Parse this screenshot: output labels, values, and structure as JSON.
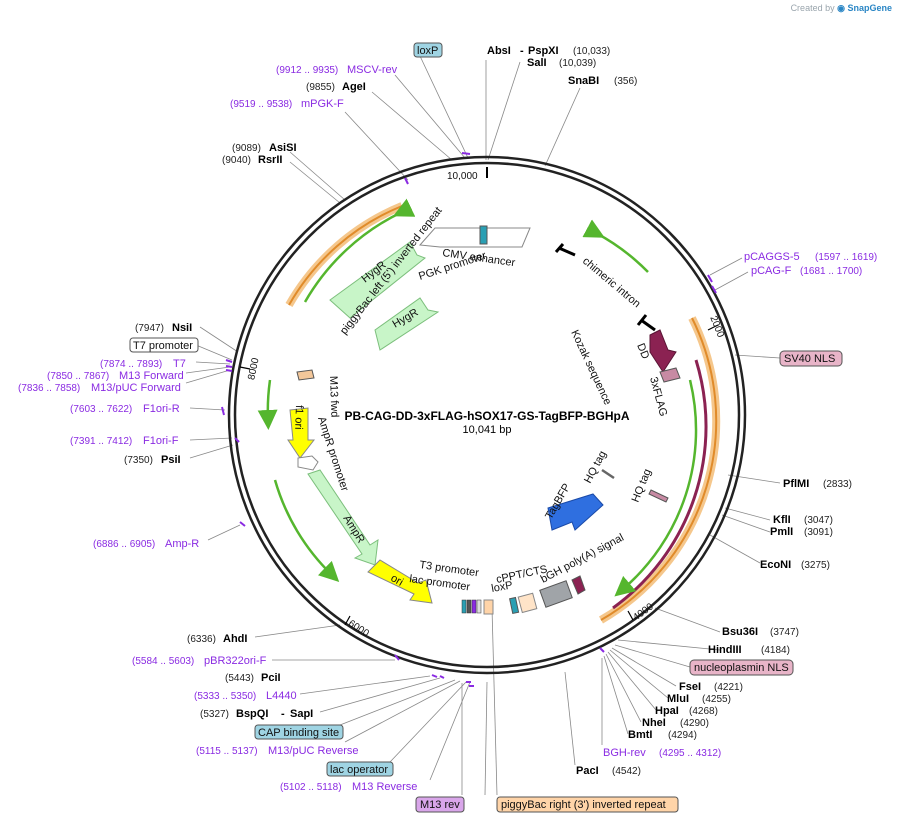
{
  "credit": {
    "prefix": "Created by",
    "brand": "SnapGene"
  },
  "plasmid": {
    "name": "PB-CAG-DD-3xFLAG-hSOX17-GS-TagBFP-BGHpA",
    "length": "10,041 bp",
    "length_bp": 10041
  },
  "colors": {
    "green": "#55b62e",
    "orange": "#f0a848",
    "promoter_fill": "#ffffff",
    "hygr_fill": "#c8f5c8",
    "ori_fill": "#ffff00",
    "dd_fill": "#8b2252",
    "tagbfp_fill": "#2f6fe0",
    "purple": "#8a2be2"
  },
  "ticks": [
    {
      "label": "10,000",
      "bp": 10000
    },
    {
      "label": "2000",
      "bp": 2000
    },
    {
      "label": "4000",
      "bp": 4000
    },
    {
      "label": "6000",
      "bp": 6000
    },
    {
      "label": "8000",
      "bp": 8000
    }
  ],
  "site_labels": [
    {
      "id": "abs",
      "name": "AbsI",
      "name2": "PspXI",
      "pos": "(10,033)",
      "bp": 10033
    },
    {
      "id": "sal",
      "name": "SalI",
      "pos": "(10,039)",
      "bp": 10039
    },
    {
      "id": "snab",
      "name": "SnaBI",
      "pos": "(356)",
      "bp": 356
    },
    {
      "id": "age",
      "name": "AgeI",
      "pos": "(9855)",
      "bp": 9855
    },
    {
      "id": "asis",
      "name": "AsiSI",
      "pos": "(9089)",
      "bp": 9089
    },
    {
      "id": "rsr",
      "name": "RsrII",
      "pos": "(9040)",
      "bp": 9040
    },
    {
      "id": "nsi",
      "name": "NsiI",
      "pos": "(7947)",
      "bp": 7947
    },
    {
      "id": "psi",
      "name": "PsiI",
      "pos": "(7350)",
      "bp": 7350
    },
    {
      "id": "pflm",
      "name": "PflMI",
      "pos": "(2833)",
      "bp": 2833
    },
    {
      "id": "kfl",
      "name": "KflI",
      "pos": "(3047)",
      "bp": 3047
    },
    {
      "id": "pml",
      "name": "PmlI",
      "pos": "(3091)",
      "bp": 3091
    },
    {
      "id": "eco",
      "name": "EcoNI",
      "pos": "(3275)",
      "bp": 3275
    },
    {
      "id": "bsu",
      "name": "Bsu36I",
      "pos": "(3747)",
      "bp": 3747
    },
    {
      "id": "hind",
      "name": "HindIII",
      "pos": "(4184)",
      "bp": 4184
    },
    {
      "id": "fse",
      "name": "FseI",
      "pos": "(4221)",
      "bp": 4221
    },
    {
      "id": "mlu",
      "name": "MluI",
      "pos": "(4255)",
      "bp": 4255
    },
    {
      "id": "hpa",
      "name": "HpaI",
      "pos": "(4268)",
      "bp": 4268
    },
    {
      "id": "nhe",
      "name": "NheI",
      "pos": "(4290)",
      "bp": 4290
    },
    {
      "id": "bmt",
      "name": "BmtI",
      "pos": "(4294)",
      "bp": 4294
    },
    {
      "id": "pac",
      "name": "PacI",
      "pos": "(4542)",
      "bp": 4542
    },
    {
      "id": "ahd",
      "name": "AhdI",
      "pos": "(6336)",
      "bp": 6336
    },
    {
      "id": "pci",
      "name": "PciI",
      "pos": "(5443)",
      "bp": 5443
    },
    {
      "id": "bsp",
      "name": "BspQI",
      "name2": "SapI",
      "pos": "(5327)",
      "bp": 5327
    }
  ],
  "primer_labels": [
    {
      "id": "mscv",
      "name": "MSCV-rev",
      "pos": "(9912 .. 9935)",
      "bp": 9923
    },
    {
      "id": "mpgk",
      "name": "mPGK-F",
      "pos": "(9519 .. 9538)",
      "bp": 9528
    },
    {
      "id": "pcaggs",
      "name": "pCAGGS-5",
      "pos": "(1597 .. 1619)",
      "bp": 1608
    },
    {
      "id": "pcagf",
      "name": "pCAG-F",
      "pos": "(1681 .. 1700)",
      "bp": 1690
    },
    {
      "id": "t7",
      "name": "T7",
      "pos": "(7874 .. 7893)",
      "bp": 7883
    },
    {
      "id": "m13f",
      "name": "M13 Forward",
      "pos": "(7850 .. 7867)",
      "bp": 7858
    },
    {
      "id": "m13puc",
      "name": "M13/pUC Forward",
      "pos": "(7836 .. 7858)",
      "bp": 7847
    },
    {
      "id": "f1r",
      "name": "F1ori-R",
      "pos": "(7603 .. 7622)",
      "bp": 7612
    },
    {
      "id": "f1f",
      "name": "F1ori-F",
      "pos": "(7391 .. 7412)",
      "bp": 7401
    },
    {
      "id": "ampr",
      "name": "Amp-R",
      "pos": "(6886 .. 6905)",
      "bp": 6895
    },
    {
      "id": "pbr",
      "name": "pBR322ori-F",
      "pos": "(5584 .. 5603)",
      "bp": 5593
    },
    {
      "id": "l4440",
      "name": "L4440",
      "pos": "(5333 .. 5350)",
      "bp": 5341
    },
    {
      "id": "m13pucr",
      "name": "M13/pUC Reverse",
      "pos": "(5115 .. 5137)",
      "bp": 5126
    },
    {
      "id": "m13r",
      "name": "M13 Reverse",
      "pos": "(5102 .. 5118)",
      "bp": 5110
    },
    {
      "id": "bghrev",
      "name": "BGH-rev",
      "pos": "(4295 .. 4312)",
      "bp": 4303
    }
  ],
  "boxed_labels": [
    {
      "id": "loxp",
      "name": "loxP",
      "fill": "#9fd4e3"
    },
    {
      "id": "t7prom",
      "name": "T7 promoter",
      "fill": "#ffffff"
    },
    {
      "id": "sv40",
      "name": "SV40 NLS",
      "fill": "#e8b4c8"
    },
    {
      "id": "nucleo",
      "name": "nucleoplasmin NLS",
      "fill": "#e8b4c8"
    },
    {
      "id": "cap",
      "name": "CAP binding site",
      "fill": "#9fd4e3"
    },
    {
      "id": "lacop",
      "name": "lac operator",
      "fill": "#9fd4e3"
    },
    {
      "id": "m13rev",
      "name": "M13 rev",
      "fill": "#d9a6ea"
    },
    {
      "id": "pbright",
      "name": "piggyBac right (3') inverted repeat",
      "fill": "#ffd4a8"
    }
  ],
  "features": [
    {
      "id": "cmvenh",
      "name": "CMV enhancer"
    },
    {
      "id": "pgkprom",
      "name": "PGK promoter"
    },
    {
      "id": "pbleft",
      "name": "piggyBac left (5') inverted repeat"
    },
    {
      "id": "hygr1",
      "name": "HygR"
    },
    {
      "id": "hygr2",
      "name": "HygR"
    },
    {
      "id": "chimeric",
      "name": "chimeric intron"
    },
    {
      "id": "kozak",
      "name": "Kozak sequence"
    },
    {
      "id": "dd",
      "name": "DD"
    },
    {
      "id": "flag",
      "name": "3xFLAG"
    },
    {
      "id": "m13fwd",
      "name": "M13 fwd"
    },
    {
      "id": "f1ori",
      "name": "f1 ori"
    },
    {
      "id": "amprprom",
      "name": "AmpR promoter"
    },
    {
      "id": "ampr",
      "name": "AmpR"
    },
    {
      "id": "ori",
      "name": "ori"
    },
    {
      "id": "t3prom",
      "name": "T3 promoter"
    },
    {
      "id": "lacprom",
      "name": "lac promoter"
    },
    {
      "id": "cppt",
      "name": "cPPT/CTS"
    },
    {
      "id": "loxp2",
      "name": "loxP"
    },
    {
      "id": "bgh",
      "name": "bGH poly(A) signal"
    },
    {
      "id": "tagbfp",
      "name": "TagBFP"
    },
    {
      "id": "hq1",
      "name": "HQ tag"
    },
    {
      "id": "hq2",
      "name": "HQ tag"
    }
  ]
}
